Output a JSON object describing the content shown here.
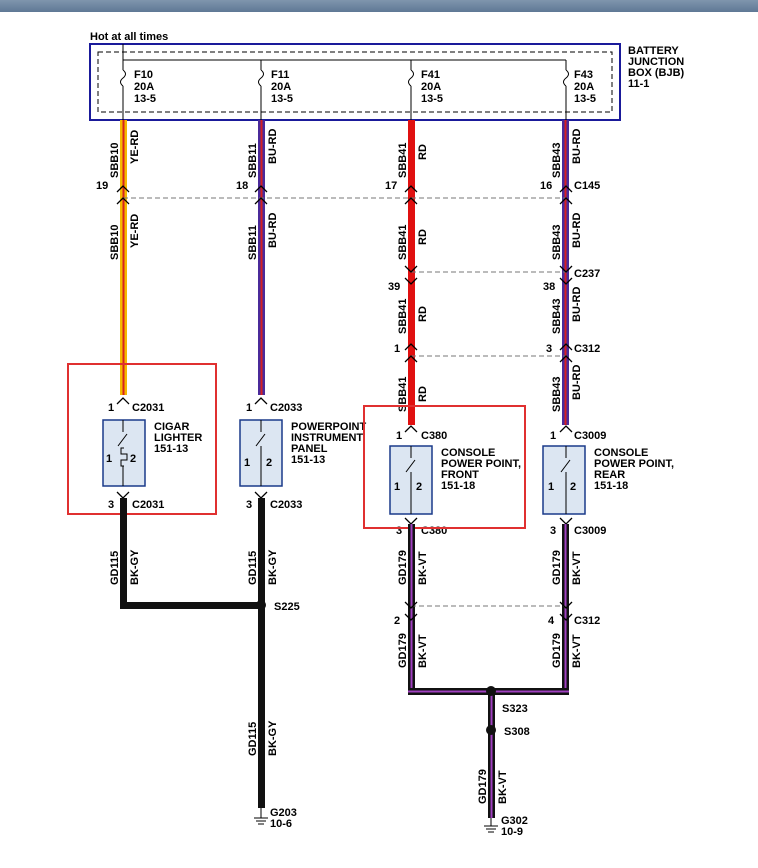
{
  "hot_label": "Hot at all times",
  "bjb": {
    "title": [
      "BATTERY",
      "JUNCTION",
      "BOX (BJB)",
      "11-1"
    ]
  },
  "fuses": [
    {
      "name": "F10",
      "rating": "20A",
      "ref": "13-5"
    },
    {
      "name": "F11",
      "rating": "20A",
      "ref": "13-5"
    },
    {
      "name": "F41",
      "rating": "20A",
      "ref": "13-5"
    },
    {
      "name": "F43",
      "rating": "20A",
      "ref": "13-5"
    }
  ],
  "wires": {
    "w1": {
      "circuit": "SBB10",
      "color": "YE-RD"
    },
    "w2": {
      "circuit": "SBB11",
      "color": "BU-RD"
    },
    "w3": {
      "circuit": "SBB41",
      "color": "RD"
    },
    "w4": {
      "circuit": "SBB43",
      "color": "BU-RD"
    },
    "gd115": {
      "circuit": "GD115",
      "color": "BK-GY"
    },
    "gd179": {
      "circuit": "GD179",
      "color": "BK-VT"
    }
  },
  "connectors": {
    "c145": {
      "name": "C145",
      "pins": [
        "19",
        "18",
        "17",
        "16"
      ]
    },
    "c237": {
      "name": "C237",
      "pins": [
        "39",
        "38"
      ]
    },
    "c312_top": {
      "name": "C312",
      "pins": [
        "1",
        "3"
      ]
    },
    "c312_bot": {
      "name": "C312",
      "pins": [
        "2",
        "4"
      ]
    }
  },
  "components": {
    "cigar": {
      "title": [
        "CIGAR",
        "LIGHTER",
        "151-13"
      ],
      "conn": "C2031",
      "pin_in": "1",
      "pin_out": "3"
    },
    "powerpoint_ip": {
      "title": [
        "POWERPOINT",
        "INSTRUMENT",
        "PANEL",
        "151-13"
      ],
      "conn": "C2033",
      "pin_in": "1",
      "pin_out": "3"
    },
    "console_front": {
      "title": [
        "CONSOLE",
        "POWER POINT,",
        "FRONT",
        "151-18"
      ],
      "conn": "C380",
      "pin_in": "1",
      "pin_out": "3"
    },
    "console_rear": {
      "title": [
        "CONSOLE",
        "POWER POINT,",
        "REAR",
        "151-18"
      ],
      "conn": "C3009",
      "pin_in": "1",
      "pin_out": "3"
    }
  },
  "internal_pins": [
    "1",
    "2"
  ],
  "splices": {
    "s225": "S225",
    "s323": "S323",
    "s308": "S308"
  },
  "grounds": {
    "g203": {
      "name": "G203",
      "ref": "10-6"
    },
    "g302": {
      "name": "G302",
      "ref": "10-9"
    }
  },
  "colors": {
    "ye_rd_main": "#f5b800",
    "ye_rd_stripe": "#d62020",
    "bu_rd_main": "#4a2a9a",
    "bu_rd_stripe": "#d62020",
    "rd": "#e01010",
    "bk": "#111111",
    "bk_vt_stripe": "#a040c0",
    "bjb_border": "#1a1a9a",
    "highlight": "#e03030"
  }
}
